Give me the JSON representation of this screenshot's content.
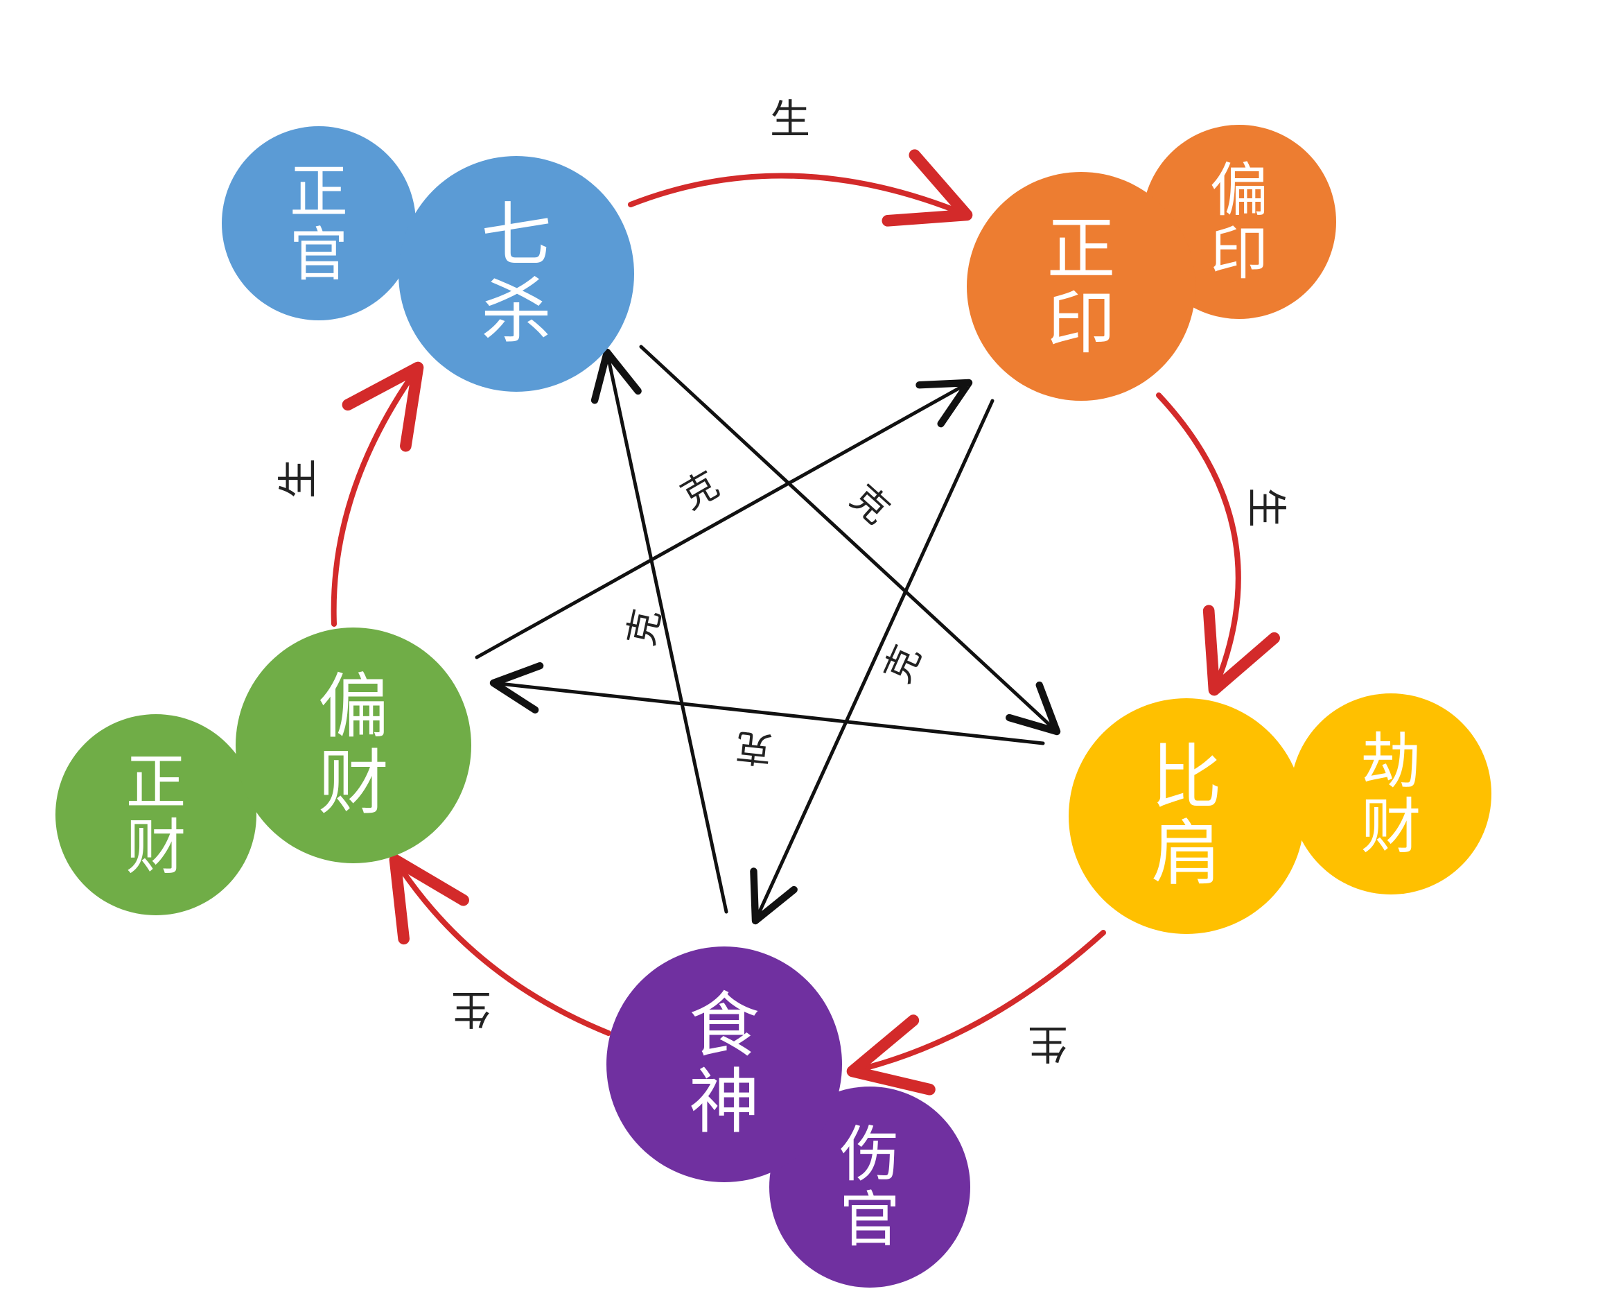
{
  "colors": {
    "background": "#ffffff",
    "sheng_arrow": "#d32a2a",
    "ke_arrow": "#111111",
    "label_text": "#ffffff",
    "relation_text": "#222222"
  },
  "nodes": [
    {
      "id": "guan",
      "color": "#5b9bd5",
      "primary": {
        "text": "七杀",
        "chars": [
          "七",
          "杀"
        ]
      },
      "secondary": {
        "text": "正官",
        "chars": [
          "正",
          "官"
        ]
      }
    },
    {
      "id": "yin",
      "color": "#ed7d31",
      "primary": {
        "text": "正印",
        "chars": [
          "正",
          "印"
        ]
      },
      "secondary": {
        "text": "偏印",
        "chars": [
          "偏",
          "印"
        ]
      }
    },
    {
      "id": "bi",
      "color": "#ffc000",
      "primary": {
        "text": "比肩",
        "chars": [
          "比",
          "肩"
        ]
      },
      "secondary": {
        "text": "劫财",
        "chars": [
          "劫",
          "财"
        ]
      }
    },
    {
      "id": "shi",
      "color": "#7030a0",
      "primary": {
        "text": "食神",
        "chars": [
          "食",
          "神"
        ]
      },
      "secondary": {
        "text": "伤官",
        "chars": [
          "伤",
          "官"
        ]
      }
    },
    {
      "id": "cai",
      "color": "#70ad47",
      "primary": {
        "text": "偏财",
        "chars": [
          "偏",
          "财"
        ]
      },
      "secondary": {
        "text": "正财",
        "chars": [
          "正",
          "财"
        ]
      }
    }
  ],
  "relations": {
    "sheng_label": "生",
    "ke_label": "克",
    "sheng": [
      {
        "from": "guan",
        "to": "yin"
      },
      {
        "from": "yin",
        "to": "bi"
      },
      {
        "from": "bi",
        "to": "shi"
      },
      {
        "from": "shi",
        "to": "cai"
      },
      {
        "from": "cai",
        "to": "guan"
      }
    ],
    "ke": [
      {
        "from": "yin",
        "to": "shi"
      },
      {
        "from": "shi",
        "to": "guan"
      },
      {
        "from": "guan",
        "to": "bi"
      },
      {
        "from": "bi",
        "to": "cai"
      },
      {
        "from": "cai",
        "to": "yin"
      }
    ]
  }
}
